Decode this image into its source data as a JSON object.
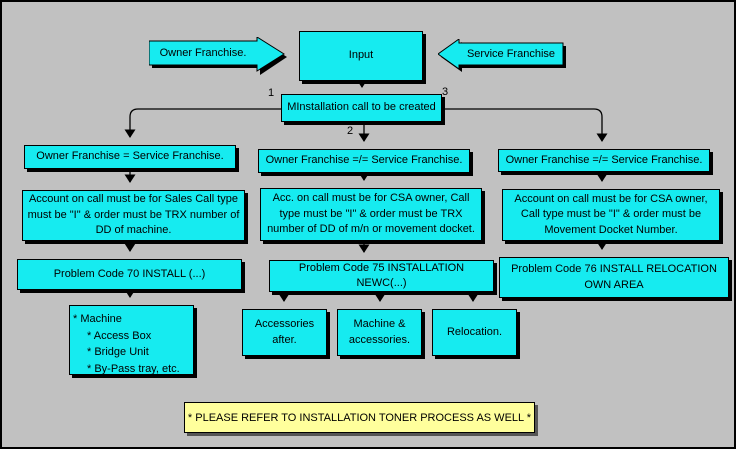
{
  "colors": {
    "background": "#c1c1c1",
    "box_fill": "#16ebf0",
    "note_fill": "#ffff9c",
    "line": "#000000"
  },
  "top": {
    "owner_arrow_label": "Owner Franchise.",
    "input_label": "Input",
    "service_arrow_label": "Service Franchise",
    "install_label": "MInstallation call to be created",
    "branch_1": "1",
    "branch_2": "2",
    "branch_3": "3"
  },
  "columns": [
    {
      "condition": "Owner Franchise = Service Franchise.",
      "rule_lines": [
        "Account on call must be for Sales Call type",
        "must be \"I\" & order must be TRX number of",
        "DD of machine."
      ],
      "problem_code": "Problem Code 70 INSTALL (...)",
      "machine_list": [
        "* Machine",
        "* Access Box",
        "* Bridge Unit",
        "* By-Pass tray, etc."
      ]
    },
    {
      "condition": "Owner Franchise =/= Service Franchise.",
      "rule_lines": [
        "Acc. on call must be for CSA owner, Call",
        "type must be \"I\" & order must be TRX",
        "number of DD of m/n or movement docket."
      ],
      "problem_code": "Problem Code 75 INSTALLATION NEWC(...)",
      "outcomes": [
        [
          "Accessories",
          "after."
        ],
        [
          "Machine &",
          "accessories."
        ],
        [
          "Relocation."
        ]
      ]
    },
    {
      "condition": "Owner Franchise =/= Service Franchise.",
      "rule_lines": [
        "Account on call must be for CSA owner,",
        "Call type must be \"I\" & order must be",
        "Movement Docket Number."
      ],
      "problem_code_lines": [
        "Problem Code 76 INSTALL RELOCATION",
        "OWN AREA"
      ]
    }
  ],
  "note": "* PLEASE REFER TO INSTALLATION TONER PROCESS AS WELL *"
}
